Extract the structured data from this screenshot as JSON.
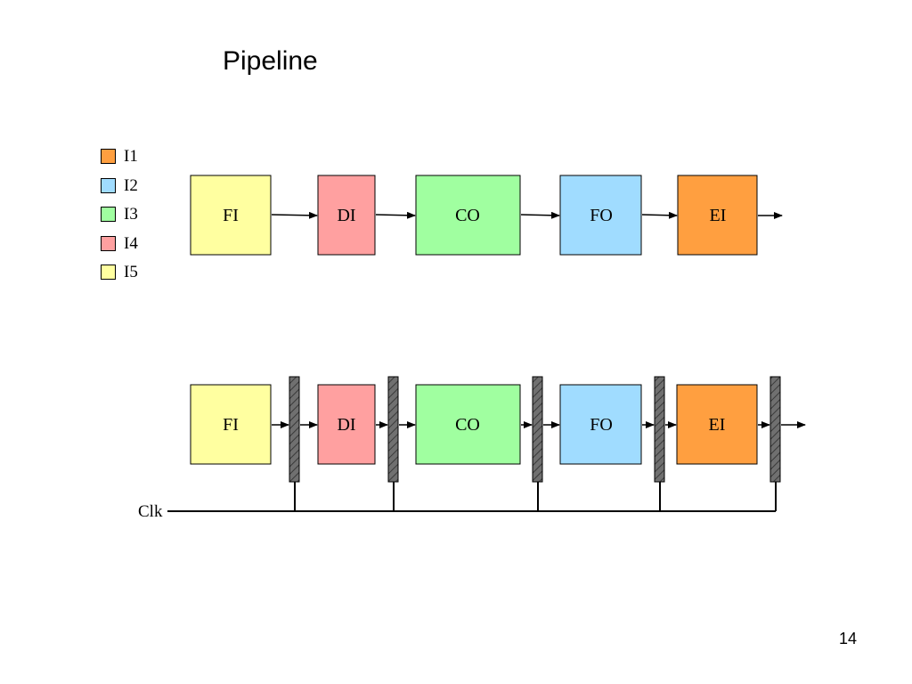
{
  "title": "Pipeline",
  "legend": [
    {
      "label": "I1",
      "color": "#ff9f40"
    },
    {
      "label": "I2",
      "color": "#a0dcff"
    },
    {
      "label": "I3",
      "color": "#a0ffa0"
    },
    {
      "label": "I4",
      "color": "#ffa0a0"
    },
    {
      "label": "I5",
      "color": "#ffffa0"
    }
  ],
  "stages": [
    {
      "label": "FI",
      "color": "#ffffa0"
    },
    {
      "label": "DI",
      "color": "#ffa0a0"
    },
    {
      "label": "CO",
      "color": "#a0ffa0"
    },
    {
      "label": "FO",
      "color": "#a0dcff"
    },
    {
      "label": "EI",
      "color": "#ff9f40"
    }
  ],
  "clock_label": "Clk",
  "page_number": "14"
}
